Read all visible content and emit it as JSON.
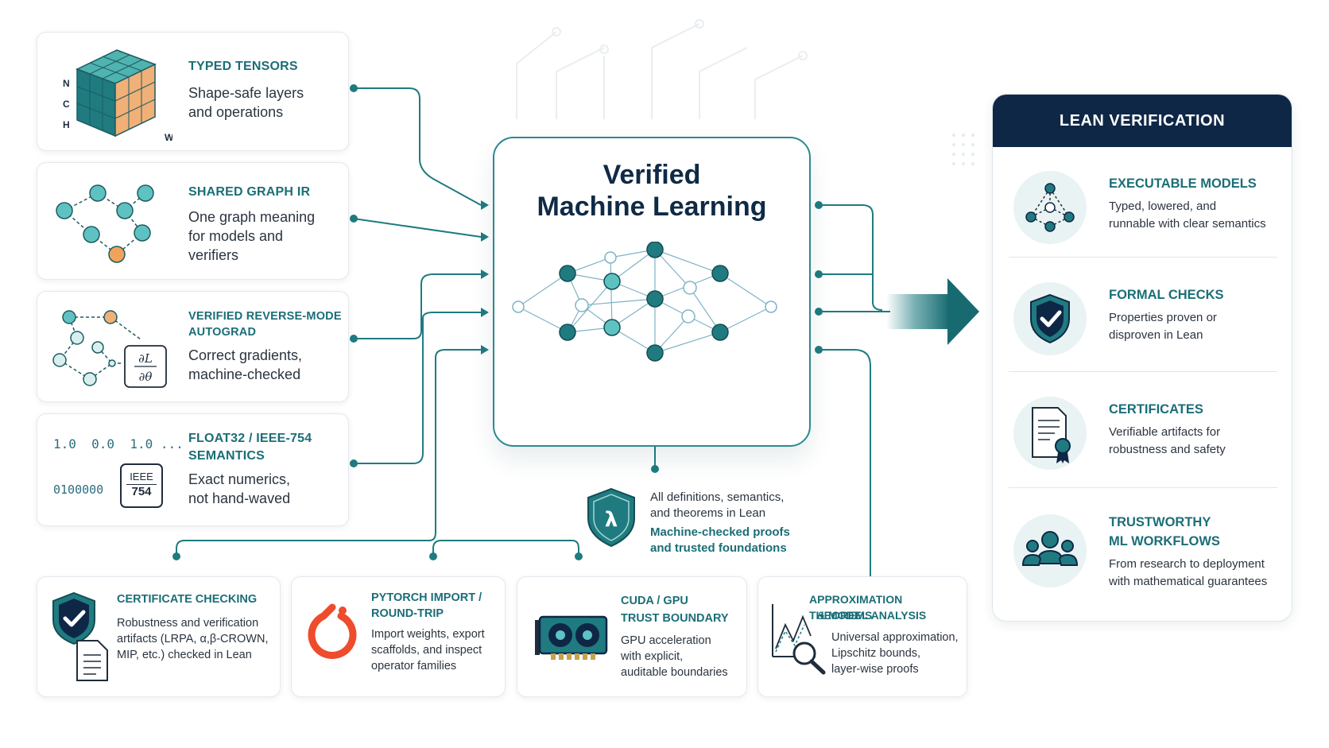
{
  "center": {
    "title_line1": "Verified",
    "title_line2": "Machine Learning"
  },
  "left_cards": [
    {
      "title": "TYPED TENSORS",
      "desc_line1": "Shape-safe layers",
      "desc_line2": "and operations",
      "axis_n": "N",
      "axis_c": "C",
      "axis_h": "H",
      "axis_w": "W"
    },
    {
      "title": "SHARED GRAPH IR",
      "desc_line1": "One graph meaning",
      "desc_line2": "for models and",
      "desc_line3": "verifiers"
    },
    {
      "title_line1": "VERIFIED REVERSE-MODE",
      "title_line2": "AUTOGRAD",
      "desc_line1": "Correct gradients,",
      "desc_line2": "machine-checked",
      "grad_top": "∂L",
      "grad_bottom": "∂θ"
    },
    {
      "title_line1": "FLOAT32 / IEEE-754",
      "title_line2": "SEMANTICS",
      "desc_line1": "Exact numerics,",
      "desc_line2": "not hand-waved",
      "bits_top": "1.0  0.0  1.0 ...",
      "bits_bottom": "0100000",
      "ieee_top": "IEEE",
      "ieee_bottom": "754"
    }
  ],
  "lean_note": {
    "line1": "All definitions, semantics,",
    "line2": "and theorems in Lean",
    "line3": "Machine-checked proofs",
    "line4": "and trusted foundations",
    "shield_symbol": "λ"
  },
  "bottom_cards": [
    {
      "title": "CERTIFICATE CHECKING",
      "desc_line1": "Robustness and verification",
      "desc_line2": "artifacts (LRPA, α,β-CROWN,",
      "desc_line3": "MIP, etc.) checked in Lean"
    },
    {
      "title_line1": "PYTORCH IMPORT /",
      "title_line2": "ROUND-TRIP",
      "desc_line1": "Import weights, export",
      "desc_line2": "scaffolds, and inspect",
      "desc_line3": "operator families"
    },
    {
      "title_line1": "CUDA / GPU",
      "title_line2": "TRUST BOUNDARY",
      "desc_line1": "GPU acceleration",
      "desc_line2": "with explicit,",
      "desc_line3": "auditable boundaries"
    },
    {
      "title_line1": "APPROXIMATION THEOREMS",
      "title_line2": "& MODEL ANALYSIS",
      "desc_line1": "Universal approximation,",
      "desc_line2": "Lipschitz bounds,",
      "desc_line3": "layer-wise proofs"
    }
  ],
  "panel": {
    "header": "LEAN VERIFICATION",
    "items": [
      {
        "title": "EXECUTABLE MODELS",
        "desc_line1": "Typed, lowered, and",
        "desc_line2": "runnable with clear semantics",
        "icon": "graph-nodes-icon"
      },
      {
        "title": "FORMAL CHECKS",
        "desc_line1": "Properties proven or",
        "desc_line2": "disproven in Lean",
        "icon": "shield-check-icon"
      },
      {
        "title": "CERTIFICATES",
        "desc_line1": "Verifiable artifacts for",
        "desc_line2": "robustness and safety",
        "icon": "certificate-icon"
      },
      {
        "title_line1": "TRUSTWORTHY",
        "title_line2": "ML WORKFLOWS",
        "desc_line1": "From research to deployment",
        "desc_line2": "with mathematical guarantees",
        "icon": "people-group-icon"
      }
    ]
  },
  "colors": {
    "teal": "#1b6e77",
    "navy": "#0f2746",
    "node_teal": "#1f7b80",
    "node_light": "#5fc2c2",
    "accent_orange": "#f0a35a",
    "pytorch": "#ee4c2c"
  }
}
